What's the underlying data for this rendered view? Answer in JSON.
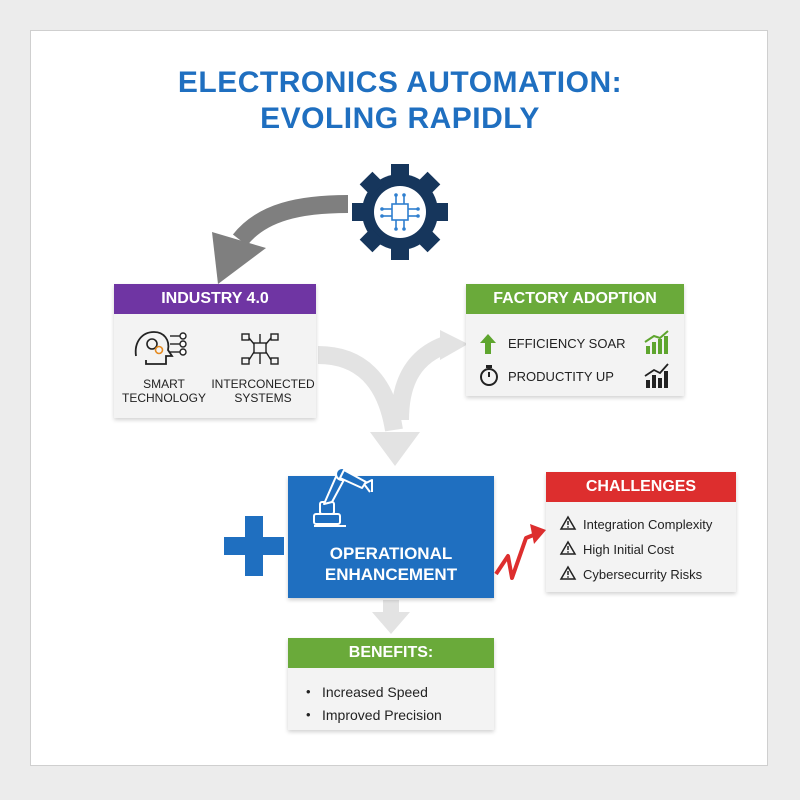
{
  "title": {
    "line1": "ELECTRONICS AUTOMATION:",
    "line2": "EVOLING RAPIDLY"
  },
  "colors": {
    "title_blue": "#1f6fc0",
    "industry_purple": "#6f35a3",
    "factory_green": "#6aaa3a",
    "operational_blue": "#1f6fc0",
    "challenges_red": "#dd2e2e",
    "benefits_green": "#6aaa3a",
    "gear_navy": "#16365c"
  },
  "industry": {
    "header": "INDUSTRY 4.0",
    "item1_line1": "SMART",
    "item1_line2": "TECHNOLOGY",
    "item2_line1": "INTERCONECTED",
    "item2_line2": "SYSTEMS",
    "item1_icon": "brain-gears-icon",
    "item2_icon": "network-nodes-icon"
  },
  "factory": {
    "header": "FACTORY ADOPTION",
    "row1": "EFFICIENCY SOAR",
    "row2": "PRODUCTITY UP",
    "row1_icon": "arrow-up-icon",
    "row2_icon": "stopwatch-icon"
  },
  "operational": {
    "line1": "OPERATIONAL",
    "line2": "ENHANCEMENT",
    "icon": "robot-arm-icon"
  },
  "challenges": {
    "header": "CHALLENGES",
    "items": [
      "Integration Complexity",
      "High Initial Cost",
      "Cybersecurrity Risks"
    ],
    "item_icon": "warning-icon"
  },
  "benefits": {
    "header": "BENEFITS:",
    "items": [
      "Increased Speed",
      "Improved Precision"
    ]
  }
}
